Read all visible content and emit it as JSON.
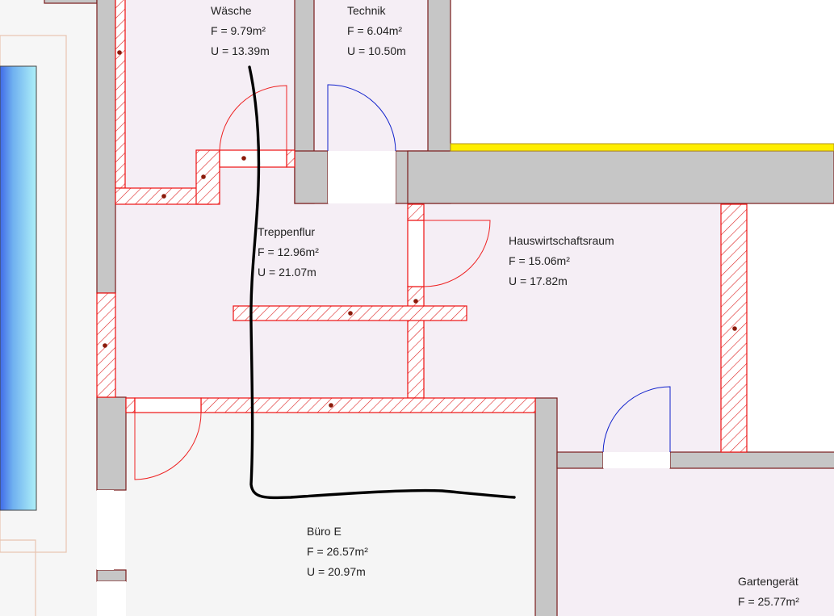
{
  "rooms": [
    {
      "id": "waesche",
      "name": "Wäsche",
      "area": "F = 9.79m²",
      "perimeter": "U = 13.39m"
    },
    {
      "id": "technik",
      "name": "Technik",
      "area": "F = 6.04m²",
      "perimeter": "U = 10.50m"
    },
    {
      "id": "treppenflur",
      "name": "Treppenflur",
      "area": "F = 12.96m²",
      "perimeter": "U = 21.07m"
    },
    {
      "id": "hauswirtschaftsraum",
      "name": "Hauswirtschaftsraum",
      "area": "F = 15.06m²",
      "perimeter": "U = 17.82m"
    },
    {
      "id": "buero-e",
      "name": "Büro E",
      "area": "F = 26.57m²",
      "perimeter": "U = 20.97m"
    },
    {
      "id": "gartengeraet",
      "name": "Gartengerät",
      "area": "F = 25.77m²",
      "perimeter": ""
    }
  ],
  "colors": {
    "room_fill": "#f5eef5",
    "concrete_wall": "#c6c6c6",
    "wall_outline": "#7a1d1d",
    "partition_outline": "#ee1111",
    "hatch": "#dd2222",
    "door_swing_red": "#ee2222",
    "door_swing_blue": "#1122cc",
    "yellow_band": "#ffee00",
    "pool_water": "#9ee6f5",
    "marker_line": "#000000"
  }
}
